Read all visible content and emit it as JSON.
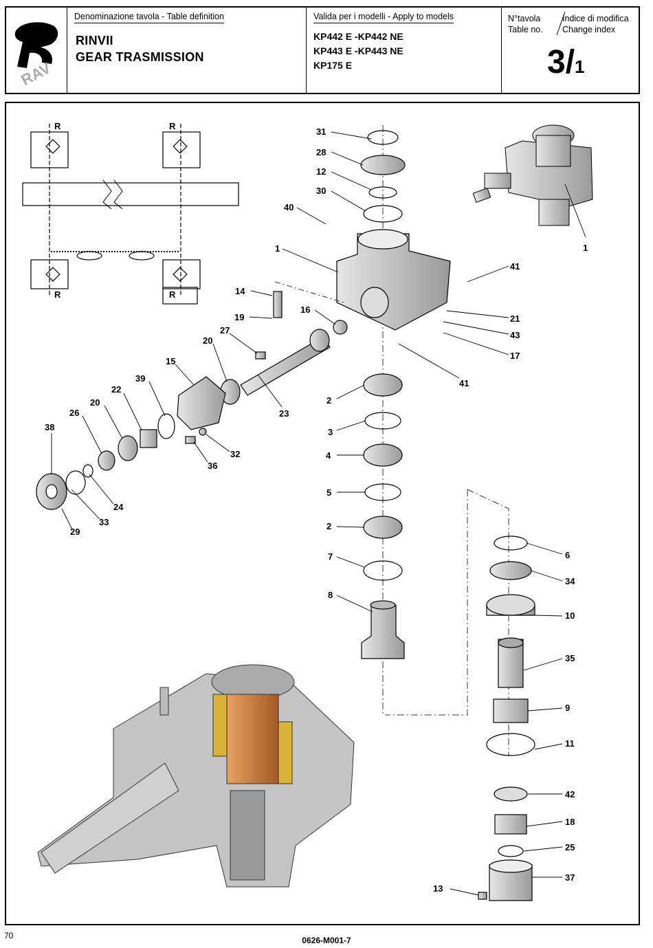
{
  "header": {
    "table_definition_label": "Denominazione tavola - Table definition",
    "title_line1": "RINVII",
    "title_line2": "GEAR TRASMISSION",
    "models_label": "Valida per i modelli - Apply to models",
    "models": [
      "KP442 E -KP442 NE",
      "KP443 E -KP443 NE",
      "KP175 E"
    ],
    "table_no_label_line1": "N°tavola",
    "table_no_label_line2": "Table no.",
    "change_index_label_line1": "Indice di modifica",
    "change_index_label_line2": "Change index",
    "table_number": "3/",
    "change_index": "1",
    "logo_text": "RAV"
  },
  "diagram": {
    "view_marker": "R",
    "part_labels": [
      "31",
      "28",
      "12",
      "30",
      "40",
      "1",
      "41",
      "14",
      "16",
      "19",
      "21",
      "43",
      "17",
      "27",
      "20",
      "15",
      "39",
      "22",
      "20",
      "26",
      "38",
      "23",
      "2",
      "41",
      "3",
      "4",
      "32",
      "36",
      "24",
      "33",
      "29",
      "5",
      "2",
      "7",
      "8",
      "6",
      "34",
      "10",
      "35",
      "9",
      "11",
      "42",
      "18",
      "25",
      "37",
      "13",
      "1"
    ]
  },
  "footer": {
    "page_number": "70",
    "document_code": "0626-M001-7"
  },
  "colors": {
    "line": "#000000",
    "part_gray": "#c8c8c8",
    "cutaway_copper": "#c8733a",
    "bearing_yellow": "#d9b23a"
  }
}
